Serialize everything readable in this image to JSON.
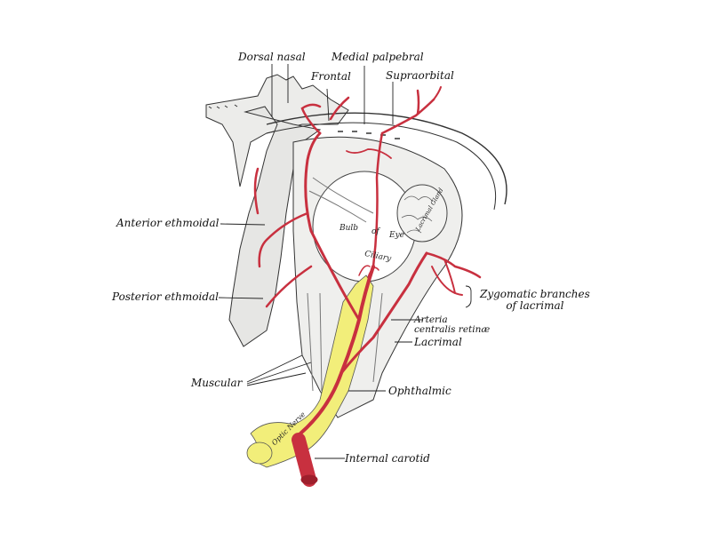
{
  "figure": {
    "subject": "Ophthalmic artery and its branches",
    "colors": {
      "artery": "#c8303f",
      "artery_dark": "#9e1f2c",
      "nerve": "#f2ee7a",
      "bone_line": "#333333",
      "background": "#ffffff"
    }
  },
  "labels": {
    "dorsal_nasal": "Dorsal nasal",
    "medial_palpebral": "Medial palpebral",
    "frontal": "Frontal",
    "supraorbital": "Supraorbital",
    "anterior_ethmoidal": "Anterior ethmoidal",
    "posterior_ethmoidal": "Posterior ethmoidal",
    "zygomatic_line1": "Zygomatic branches",
    "zygomatic_line2": "of lacrimal",
    "arteria_line1": "Arteria",
    "arteria_line2": "centralis retinæ",
    "lacrimal": "Lacrimal",
    "muscular": "Muscular",
    "ophthalmic": "Ophthalmic",
    "internal_carotid": "Internal carotid"
  },
  "inner_labels": {
    "bulb": "Bulb",
    "of": "of",
    "eye": "Eye",
    "ciliary": "Ciliary",
    "lacrimal_gland": "Lacrimal Gland",
    "optic_nerve": "Optic Nerve"
  }
}
